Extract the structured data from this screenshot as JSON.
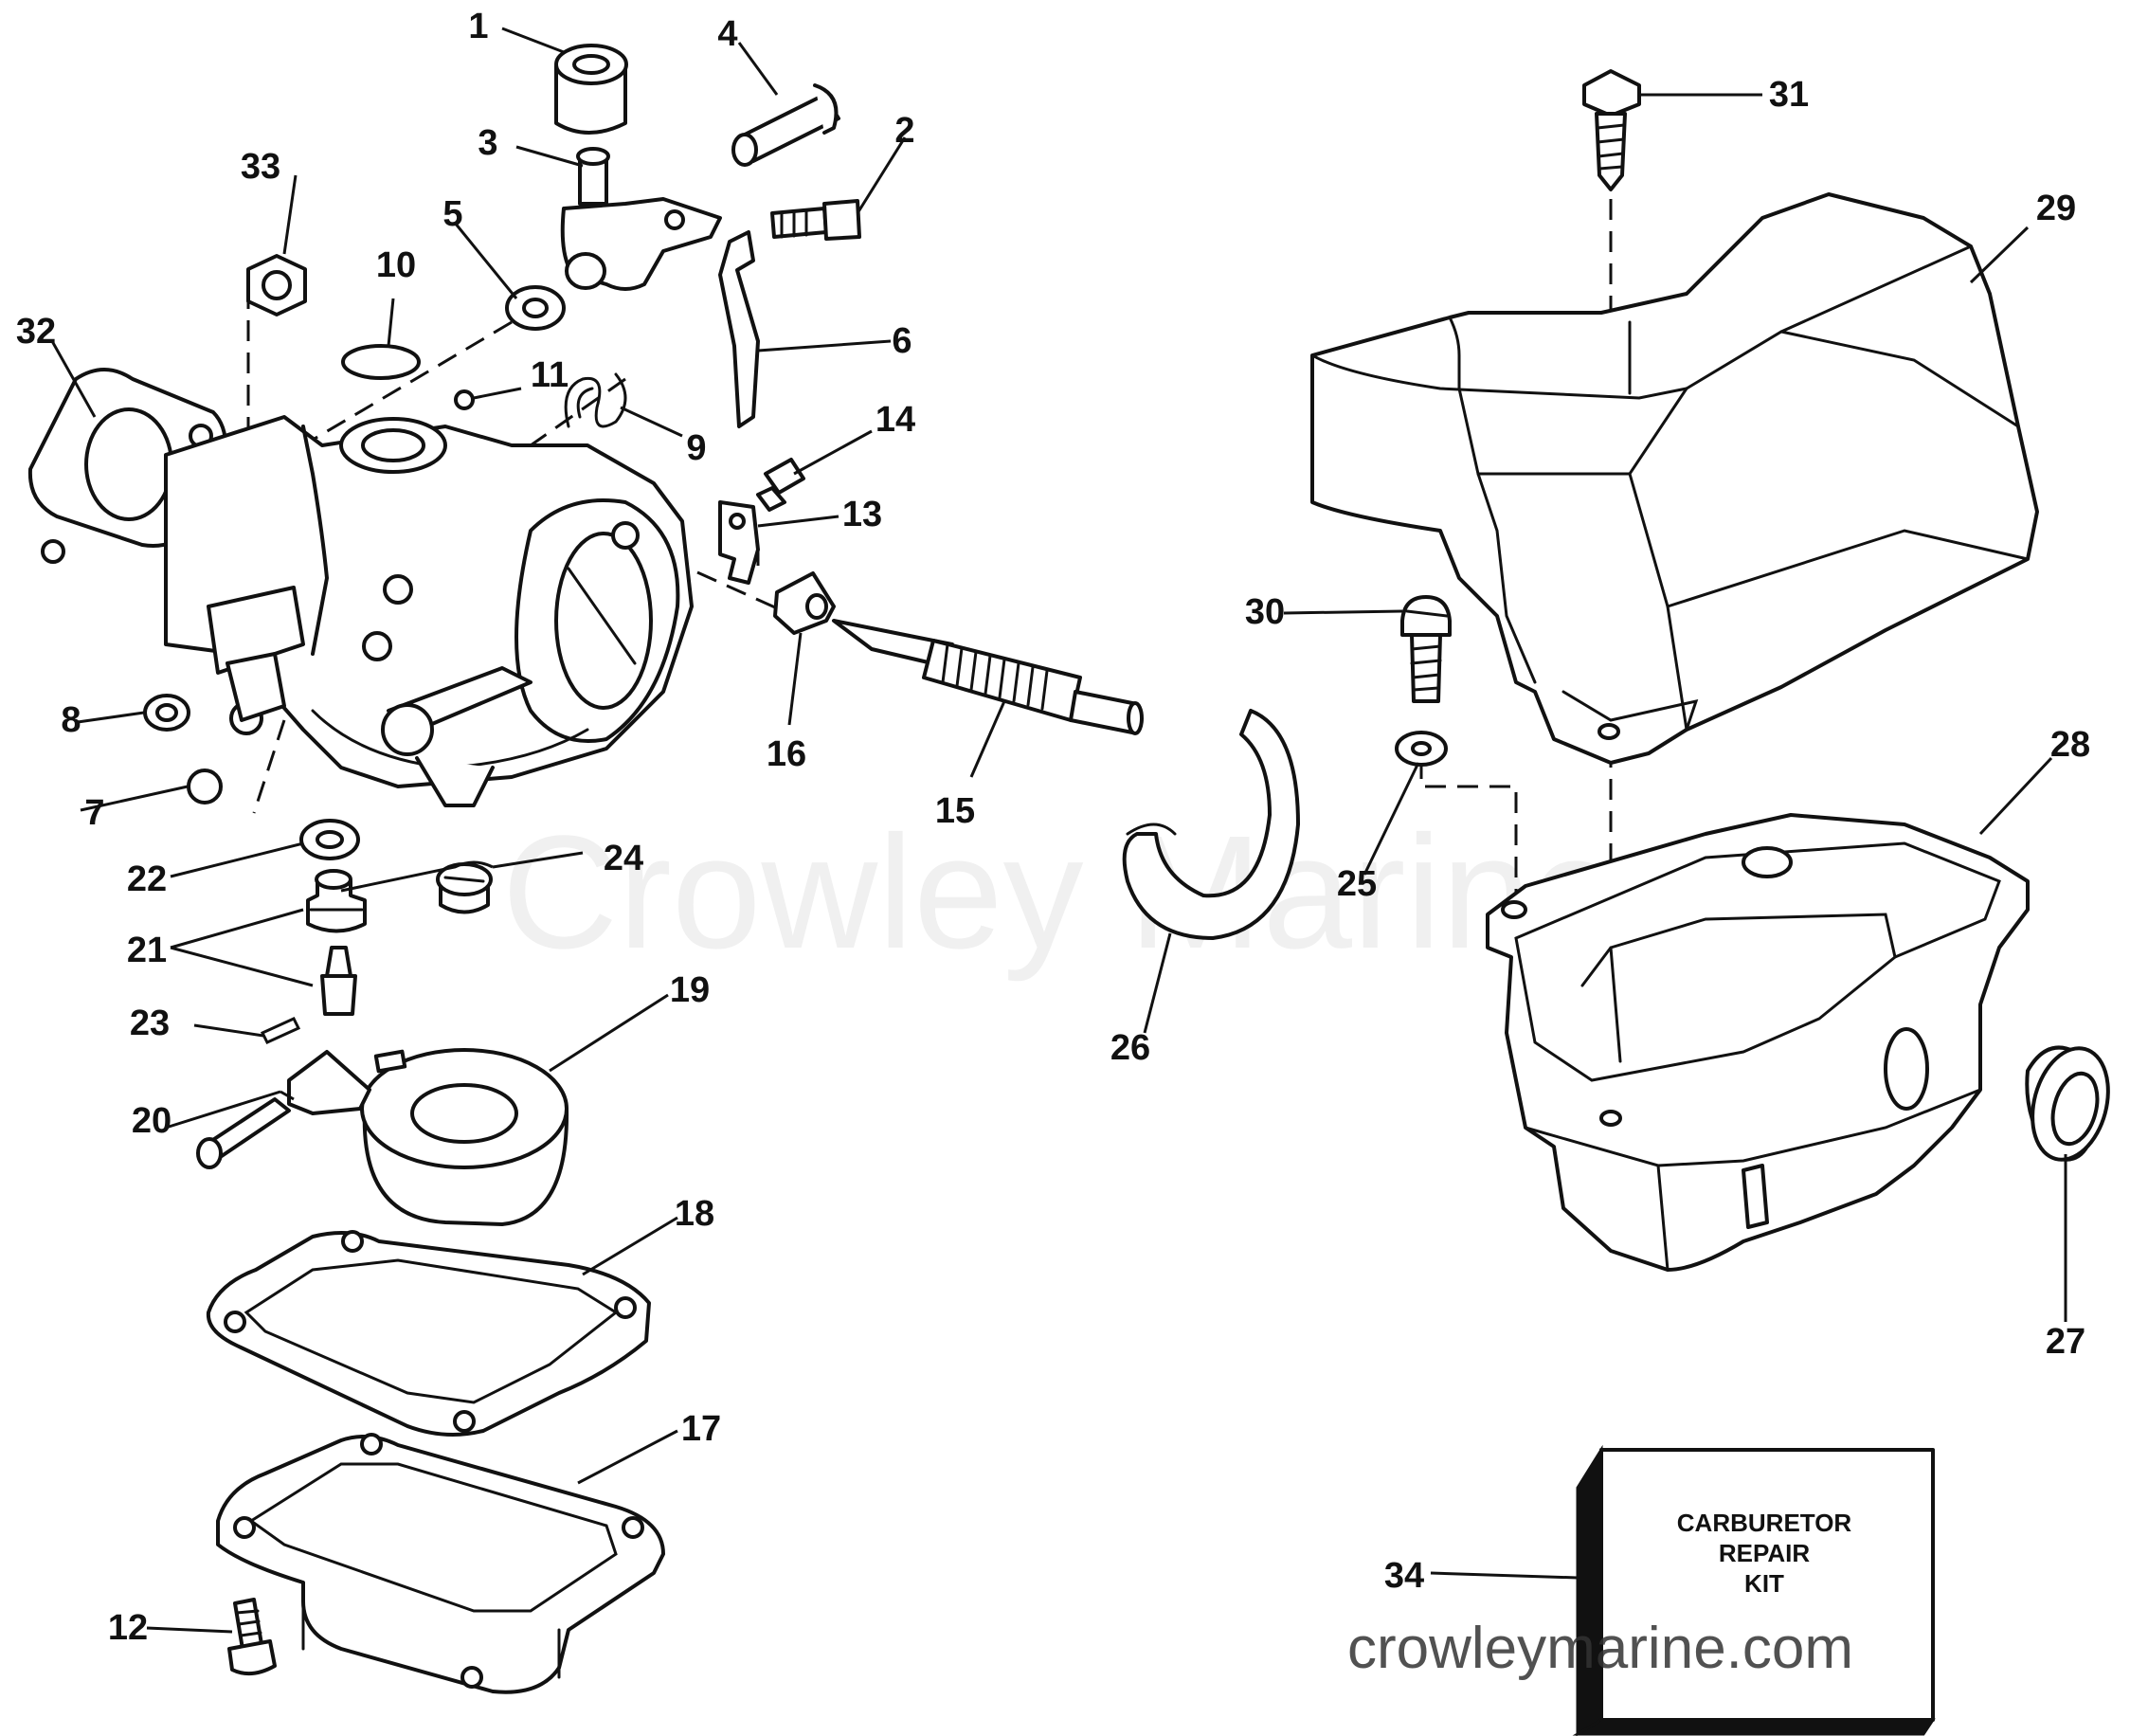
{
  "callouts": [
    {
      "number": "1"
    },
    {
      "number": "2"
    },
    {
      "number": "3"
    },
    {
      "number": "4"
    },
    {
      "number": "5"
    },
    {
      "number": "6"
    },
    {
      "number": "7"
    },
    {
      "number": "8"
    },
    {
      "number": "9"
    },
    {
      "number": "10"
    },
    {
      "number": "11"
    },
    {
      "number": "12"
    },
    {
      "number": "13"
    },
    {
      "number": "14"
    },
    {
      "number": "15"
    },
    {
      "number": "16"
    },
    {
      "number": "17"
    },
    {
      "number": "18"
    },
    {
      "number": "19"
    },
    {
      "number": "20"
    },
    {
      "number": "21"
    },
    {
      "number": "22"
    },
    {
      "number": "23"
    },
    {
      "number": "24"
    },
    {
      "number": "25"
    },
    {
      "number": "26"
    },
    {
      "number": "27"
    },
    {
      "number": "28"
    },
    {
      "number": "29"
    },
    {
      "number": "30"
    },
    {
      "number": "31"
    },
    {
      "number": "32"
    },
    {
      "number": "33"
    },
    {
      "number": "34"
    }
  ],
  "kit_box": {
    "line1": "CARBURETOR",
    "line2": "REPAIR",
    "line3": "KIT"
  },
  "watermarks": {
    "center": "Crowley Marine",
    "corner": "crowleymarine.com"
  }
}
